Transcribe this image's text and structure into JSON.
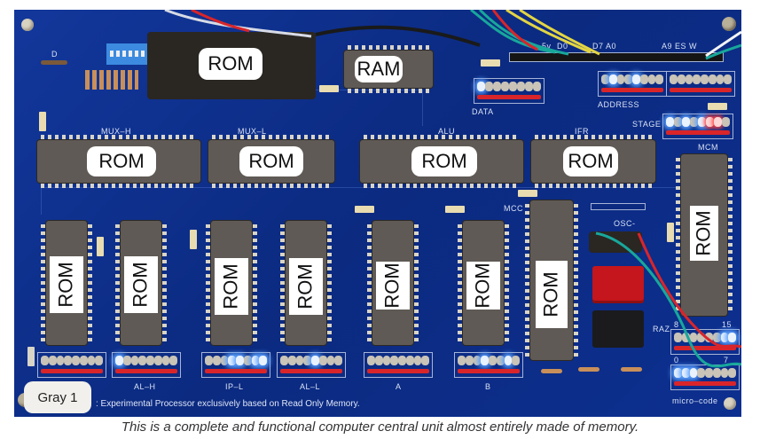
{
  "image": {
    "subject": "Blue printed circuit board of an experimental processor made of ROM chips",
    "caption": "This is a complete and functional computer central unit almost entirely made of memory.",
    "board_tag": "Gray 1",
    "board_description": ": Experimental Processor exclusively based on Read Only Memory."
  },
  "chips": {
    "top_socket": "ROM",
    "ram": "RAM",
    "mux_h": {
      "silk": "MUX–H",
      "label": "ROM"
    },
    "mux_l": {
      "silk": "MUX–L",
      "label": "ROM"
    },
    "alu": {
      "silk": "ALU",
      "label": "ROM"
    },
    "ifr": {
      "silk": "IFR",
      "label": "ROM"
    },
    "mcm": {
      "silk": "MCM",
      "label": "ROM"
    },
    "mcc": {
      "silk": "MCC",
      "label": "ROM"
    },
    "bottom_row": [
      "ROM",
      "ROM",
      "ROM",
      "ROM",
      "ROM",
      "ROM"
    ]
  },
  "silkscreen": {
    "diode": "D",
    "header_labels": [
      "5v",
      "D0",
      "D7 A0",
      "A9 ES W"
    ],
    "data": "DATA",
    "address": "ADDRESS",
    "stage": "STAGE",
    "osc": "OSC-",
    "raz": "RAZ",
    "micro_code": "micro–code",
    "mc_top_left": "8",
    "mc_top_right": "15",
    "mc_bottom_left": "0",
    "mc_bottom_right": "7",
    "bank_labels": [
      "",
      "AL–H",
      "IP–L",
      "AL–L",
      "A",
      "B"
    ]
  },
  "led_banks": {
    "data": [
      1,
      0,
      0,
      0,
      0,
      0,
      0,
      0
    ],
    "address_hi": [
      0,
      1,
      0,
      0,
      1,
      0,
      0,
      0
    ],
    "address_lo": [
      0,
      0,
      0,
      0,
      0,
      0,
      0,
      0
    ],
    "stage": [
      "b",
      "0",
      "b",
      "0",
      "b",
      "r",
      "r",
      "0"
    ],
    "bottom_0": [
      0,
      0,
      0,
      0,
      0,
      0,
      0,
      0
    ],
    "al_h": [
      1,
      0,
      0,
      0,
      0,
      0,
      0,
      0
    ],
    "ip_l": [
      0,
      0,
      0,
      1,
      1,
      0,
      1,
      1
    ],
    "al_l": [
      0,
      0,
      0,
      0,
      1,
      0,
      0,
      0
    ],
    "a": [
      0,
      0,
      0,
      0,
      0,
      0,
      0,
      0
    ],
    "b": [
      0,
      0,
      0,
      1,
      0,
      0,
      1,
      0
    ],
    "micro_code_hi": [
      0,
      0,
      0,
      0,
      0,
      0,
      1,
      1
    ],
    "micro_code_lo": [
      1,
      1,
      1,
      0,
      0,
      0,
      0,
      0
    ]
  },
  "colors": {
    "board": "#0e2f8c",
    "led_blue": "#5aa0ff",
    "led_red": "#ff4040",
    "raz_button": "#c4161c"
  }
}
